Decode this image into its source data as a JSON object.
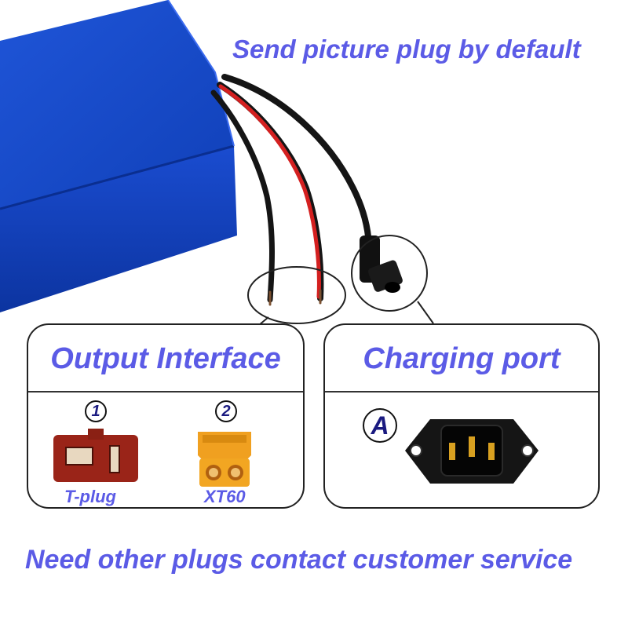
{
  "colors": {
    "text_accent": "#5b5be6",
    "battery_blue": "#1646c8",
    "wire_red": "#d42020",
    "wire_black": "#151515",
    "tplug_red": "#9a2418",
    "xt60_yellow": "#f0a020"
  },
  "header": {
    "text": "Send picture plug by default"
  },
  "output_panel": {
    "title": "Output Interface",
    "items": [
      {
        "badge": "1",
        "caption": "T-plug"
      },
      {
        "badge": "2",
        "caption": "XT60"
      }
    ]
  },
  "charging_panel": {
    "title": "Charging port",
    "items": [
      {
        "badge": "A"
      }
    ]
  },
  "footer": {
    "text": "Need other plugs contact customer service"
  }
}
